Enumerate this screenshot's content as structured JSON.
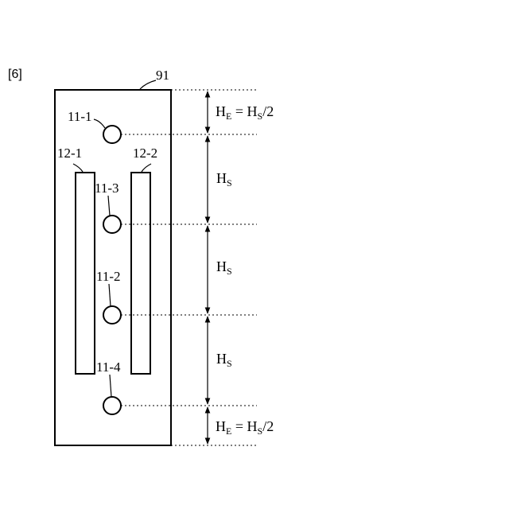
{
  "figure_label": "[6]",
  "board": {
    "ref": "91"
  },
  "holes": [
    {
      "label": "11-1"
    },
    {
      "label": "11-3"
    },
    {
      "label": "11-2"
    },
    {
      "label": "11-4"
    }
  ],
  "slots": [
    {
      "label": "12-1"
    },
    {
      "label": "12-2"
    }
  ],
  "dimensions": [
    {
      "main": "H",
      "sub": "E",
      "eq": " = ",
      "rhs_main": "H",
      "rhs_sub": "S",
      "rhs_tail": "/2"
    },
    {
      "main": "H",
      "sub": "S"
    },
    {
      "main": "H",
      "sub": "S"
    },
    {
      "main": "H",
      "sub": "S"
    },
    {
      "main": "H",
      "sub": "E",
      "eq": " = ",
      "rhs_main": "H",
      "rhs_sub": "S",
      "rhs_tail": "/2"
    }
  ]
}
